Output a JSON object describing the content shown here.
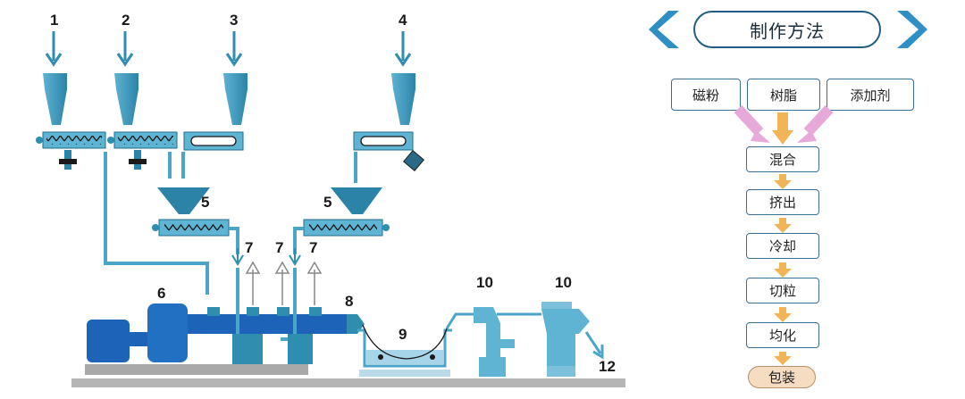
{
  "diagram": {
    "labels": {
      "n1": "1",
      "n2": "2",
      "n3": "3",
      "n4": "4",
      "n5a": "5",
      "n5b": "5",
      "n6": "6",
      "n7a": "7",
      "n7b": "7",
      "n7c": "7",
      "n8": "8",
      "n9": "9",
      "n10a": "10",
      "n10b": "10",
      "n12": "12"
    },
    "colors": {
      "equipment": "#2f8db0",
      "equipment_light": "#5fb3d3",
      "motor": "#1d63b7",
      "base": "#a8a8a8"
    }
  },
  "flow": {
    "title": "制作方法",
    "inputs": [
      "磁粉",
      "树脂",
      "添加剂"
    ],
    "steps": [
      "混合",
      "挤出",
      "冷却",
      "切粒",
      "均化"
    ],
    "final": "包装",
    "colors": {
      "border": "#3a6f96",
      "chevron": "#2e8fc4",
      "arrow": "#f1b557",
      "pink_arrow": "#e7a9d8"
    }
  }
}
